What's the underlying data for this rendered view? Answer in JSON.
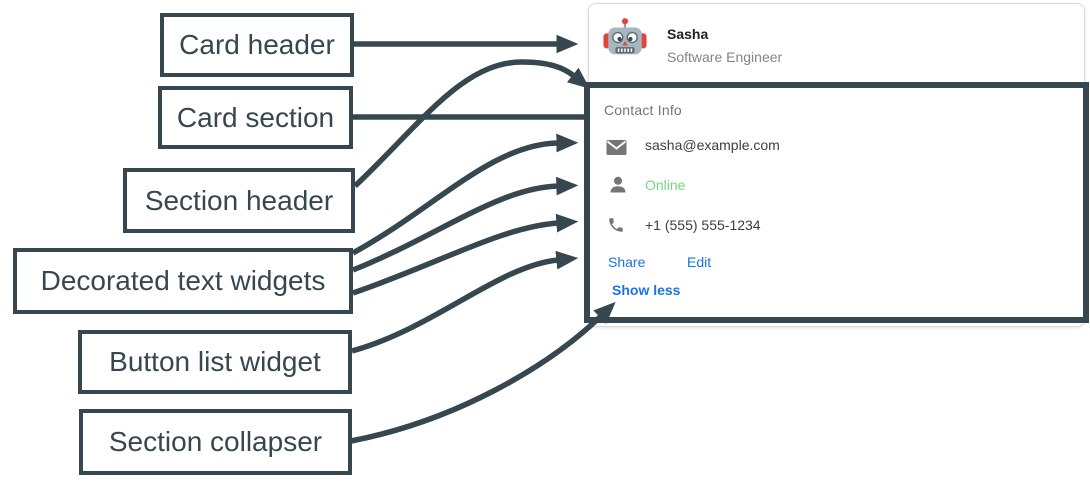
{
  "palette": {
    "annotation_dark": "#37474f",
    "card_border": "#dadce0",
    "link_blue": "#1a73e8",
    "online_green": "#79d67d",
    "icon_gray": "#757575",
    "muted_gray": "#80868b",
    "body_text": "#3c4043",
    "title_text": "#202124"
  },
  "labels": [
    {
      "id": "card-header",
      "text": "Card header"
    },
    {
      "id": "card-section",
      "text": "Card section"
    },
    {
      "id": "section-header",
      "text": "Section header"
    },
    {
      "id": "decorated-text-widgets",
      "text": "Decorated text widgets"
    },
    {
      "id": "button-list-widget",
      "text": "Button list widget"
    },
    {
      "id": "section-collapser",
      "text": "Section collapser"
    }
  ],
  "card": {
    "header": {
      "avatar_icon": "robot-avatar",
      "name": "Sasha",
      "role": "Software Engineer"
    },
    "section": {
      "header": "Contact Info",
      "rows": [
        {
          "icon": "mail-icon",
          "text": "sasha@example.com"
        },
        {
          "icon": "person-icon",
          "text": "Online",
          "color": "#79d67d"
        },
        {
          "icon": "phone-icon",
          "text": "+1 (555) 555-1234"
        }
      ],
      "buttons": [
        {
          "label": "Share"
        },
        {
          "label": "Edit"
        }
      ],
      "collapser": {
        "label": "Show less"
      }
    }
  }
}
